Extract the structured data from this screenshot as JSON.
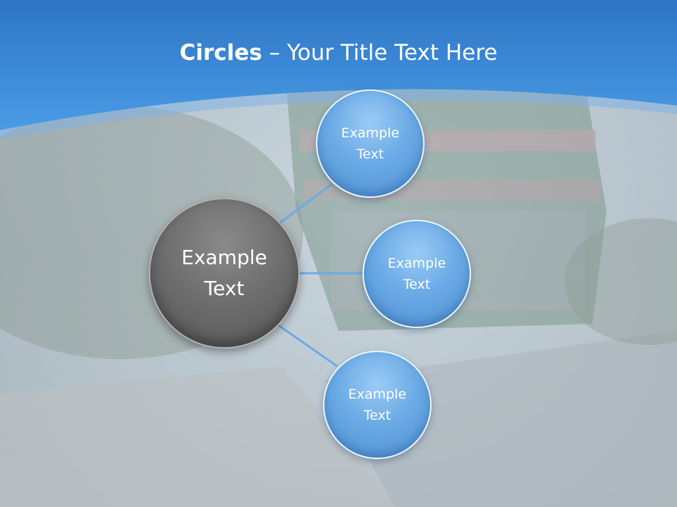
{
  "title": {
    "bold": "Circles",
    "rest": " – Your Title Text Here"
  },
  "center": {
    "line1": "Example",
    "line2": "Text"
  },
  "nodes": [
    {
      "line1": "Example",
      "line2": "Text"
    },
    {
      "line1": "Example",
      "line2": "Text"
    },
    {
      "line1": "Example",
      "line2": "Text"
    }
  ],
  "colors": {
    "header": "#3a86d6",
    "node": "#6aaae6",
    "center": "#6c6c6c",
    "connector": "#6aaae6"
  }
}
